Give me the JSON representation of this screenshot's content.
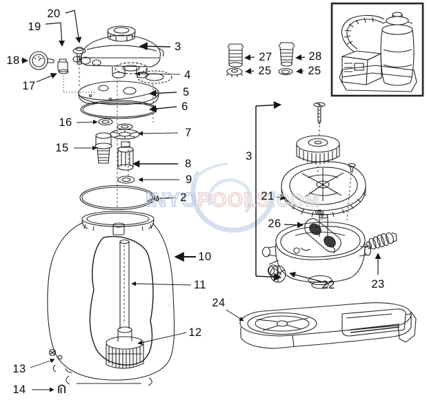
{
  "watermark": {
    "part1": "INYO",
    "part2": "POOLS",
    "part3": ".COM"
  },
  "callouts": {
    "2": "2",
    "3L": "3",
    "3R": "3",
    "4": "4",
    "5": "5",
    "6": "6",
    "7": "7",
    "8": "8",
    "9": "9",
    "10": "10",
    "11": "11",
    "12": "12",
    "13": "13",
    "14": "14",
    "15": "15",
    "16": "16",
    "17": "17",
    "18": "18",
    "19": "19",
    "20": "20",
    "21": "21",
    "22": "22",
    "23": "23",
    "24": "24",
    "25L": "25",
    "25R": "25",
    "26": "26",
    "27": "27",
    "28": "28"
  }
}
